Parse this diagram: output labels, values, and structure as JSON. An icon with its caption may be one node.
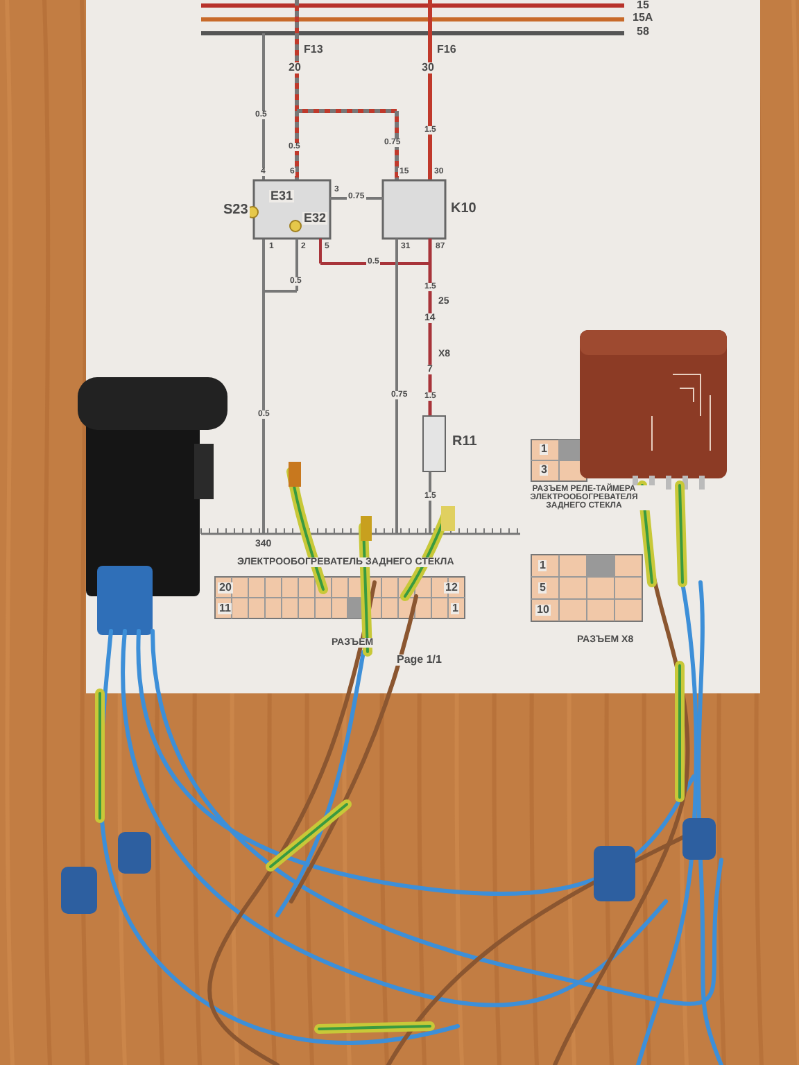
{
  "diagram": {
    "labels": [
      "15",
      "15A",
      "58",
      "F13",
      "20",
      "F16",
      "30",
      "0.5",
      "0.5",
      "0.75",
      "1.5",
      "4",
      "6",
      "3",
      "15",
      "30",
      "S23",
      "E31",
      "E32",
      "0.75",
      "K10",
      "1",
      "2",
      "5",
      "31",
      "87",
      "0.5",
      "0.5",
      "1.5",
      "25",
      "14",
      "X8",
      "7",
      "1.5",
      "0.5",
      "0.75",
      "R11",
      "1.5",
      "340",
      "ЭЛЕКТРООБОГРЕВАТЕЛЬ ЗАДНЕГО СТЕКЛА",
      "20",
      "12",
      "11",
      "1",
      "РАЗЪЕМ",
      "Page 1/1",
      "1",
      "3",
      "РАЗЪЕМ РЕЛЕ-ТАЙМЕРА ЭЛЕКТРООБОГРЕВАТЕЛЯ ЗАДНЕГО СТЕКЛА",
      "1",
      "5",
      "10",
      "РАЗЪЕМ X8"
    ]
  }
}
